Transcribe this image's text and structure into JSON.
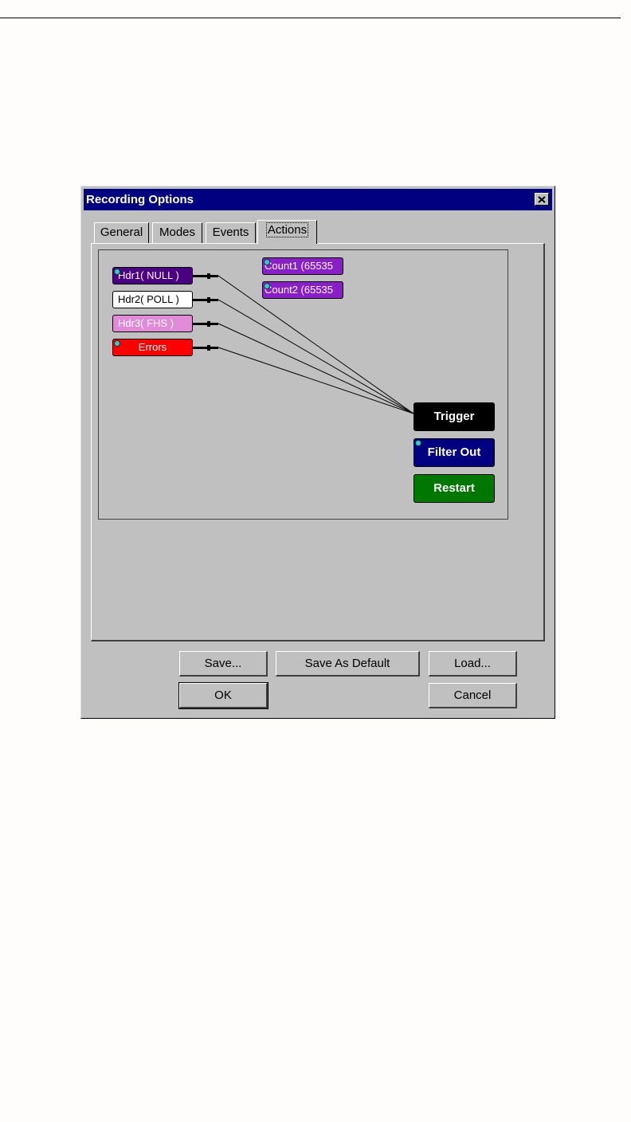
{
  "dialog": {
    "title": "Recording Options",
    "close_label": "X"
  },
  "tabs": [
    {
      "label": "General",
      "active": false
    },
    {
      "label": "Modes",
      "active": false
    },
    {
      "label": "Events",
      "active": false
    },
    {
      "label": "Actions",
      "active": true
    }
  ],
  "sources": [
    {
      "label": "Hdr1( NULL )",
      "color": "#4b0082",
      "text_color": "#ffffff",
      "has_indicator": true
    },
    {
      "label": "Hdr2( POLL )",
      "color": "#ffffff",
      "text_color": "#000000",
      "has_indicator": false
    },
    {
      "label": "Hdr3( FHS )",
      "color": "#e08ad8",
      "text_color": "#ffffff",
      "has_indicator": false
    },
    {
      "label": "Errors",
      "color": "#ff0000",
      "text_color": "#ffffff",
      "has_indicator": true
    }
  ],
  "counters": [
    {
      "label": "Count1 (65535",
      "color": "#8a1ec8",
      "has_indicator": true
    },
    {
      "label": "Count2 (65535",
      "color": "#8a1ec8",
      "has_indicator": true
    }
  ],
  "actions": [
    {
      "label": "Trigger",
      "color": "#000000",
      "has_indicator": false
    },
    {
      "label": "Filter Out",
      "color": "#000080",
      "has_indicator": true
    },
    {
      "label": "Restart",
      "color": "#007800",
      "has_indicator": false
    }
  ],
  "connections": [
    {
      "from": "Hdr1( NULL )",
      "to": "Trigger"
    },
    {
      "from": "Hdr2( POLL )",
      "to": "Trigger"
    },
    {
      "from": "Hdr3( FHS )",
      "to": "Trigger"
    },
    {
      "from": "Errors",
      "to": "Trigger"
    }
  ],
  "buttons": {
    "save": "Save...",
    "save_default": "Save As Default",
    "load": "Load...",
    "ok": "OK",
    "cancel": "Cancel"
  }
}
